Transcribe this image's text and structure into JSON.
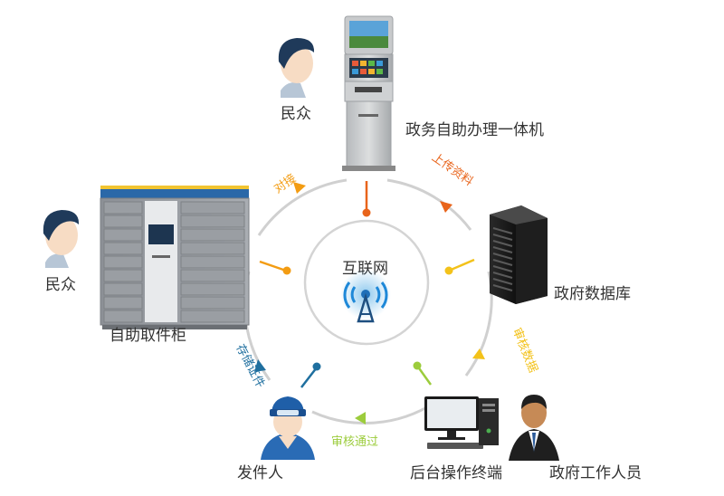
{
  "center": {
    "label": "互联网"
  },
  "nodes": {
    "kiosk": {
      "label": "政务自助办理一体机"
    },
    "citizen_top": {
      "label": "民众"
    },
    "citizen_left": {
      "label": "民众"
    },
    "locker": {
      "label": "自助取件柜"
    },
    "database": {
      "label": "政府数据库"
    },
    "backend": {
      "label": "后台操作终端"
    },
    "staff": {
      "label": "政府工作人员"
    },
    "issuer": {
      "label": "发件人"
    }
  },
  "arrows": {
    "dock": {
      "label": "对接",
      "color": "#f39c12"
    },
    "upload": {
      "label": "上传资料",
      "color": "#e8641b"
    },
    "review_data": {
      "label": "审核数据",
      "color": "#f3c21a"
    },
    "review_pass": {
      "label": "审核通过",
      "color": "#9ccc3c"
    },
    "store": {
      "label": "存储证件",
      "color": "#1f6f9f"
    }
  },
  "colors": {
    "ring": "#d0d0d0",
    "orange": "#e8641b",
    "amber": "#f39c12",
    "yellow": "#f3c21a",
    "green": "#9ccc3c",
    "blue": "#1f6f9f"
  }
}
